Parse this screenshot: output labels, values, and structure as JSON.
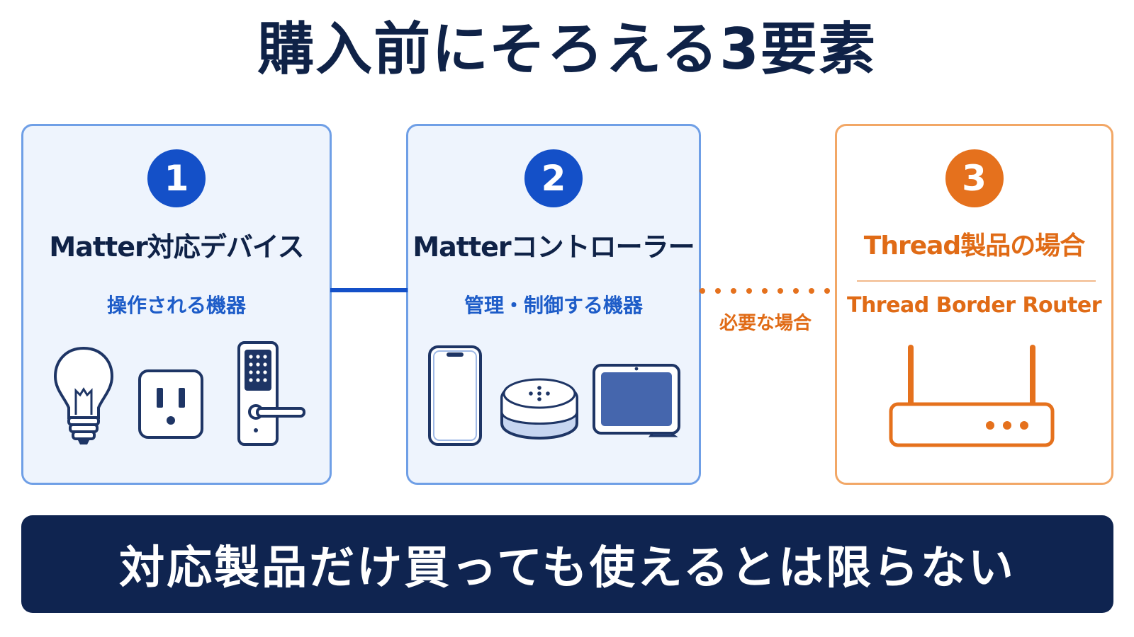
{
  "title": "購入前にそろえる3要素",
  "colors": {
    "navy": "#0f2247",
    "blue": "#1450c8",
    "orange": "#e5711d"
  },
  "cards": [
    {
      "number": "1",
      "title": "Matter対応デバイス",
      "subtitle": "操作される機器",
      "icons": [
        "light-bulb-icon",
        "power-outlet-icon",
        "smart-lock-icon"
      ]
    },
    {
      "number": "2",
      "title": "Matterコントローラー",
      "subtitle": "管理・制御する機器",
      "icons": [
        "smartphone-icon",
        "smart-speaker-icon",
        "smart-display-icon"
      ]
    },
    {
      "number": "3",
      "title": "Thread製品の場合",
      "subtitle": "Thread Border Router",
      "icons": [
        "router-icon"
      ]
    }
  ],
  "connector_label": "必要な場合",
  "banner": "対応製品だけ買っても使えるとは限らない"
}
